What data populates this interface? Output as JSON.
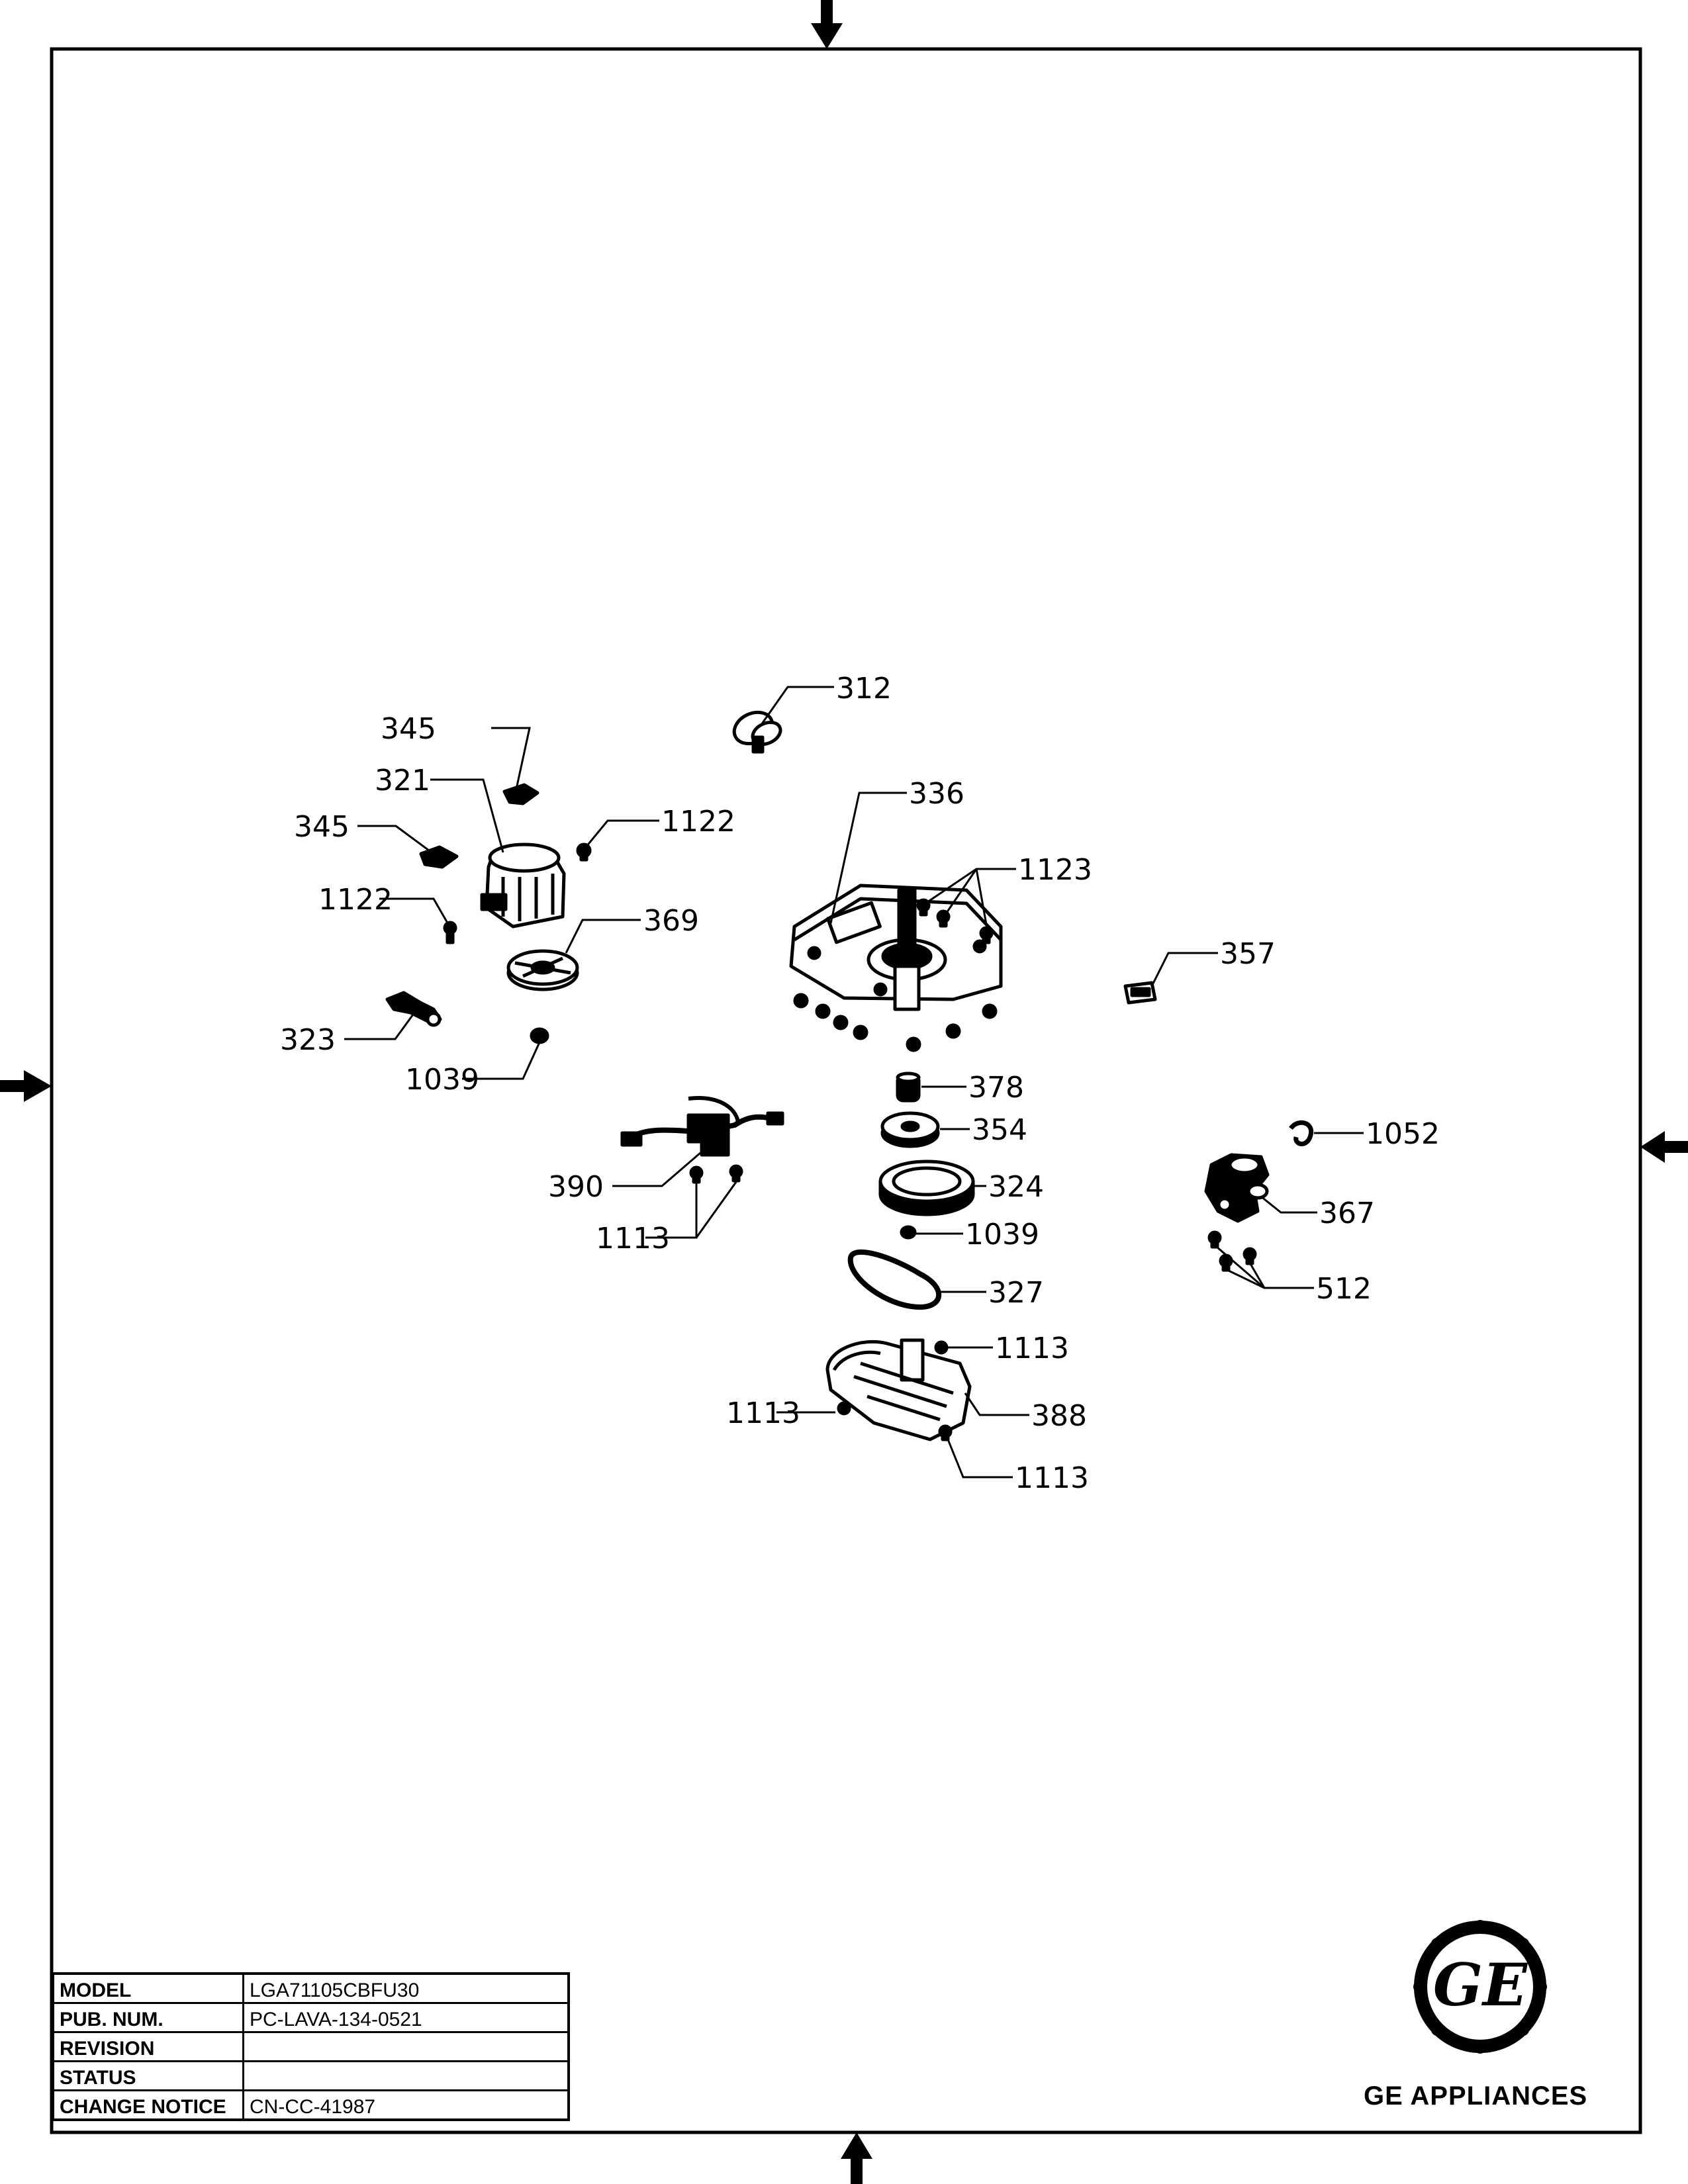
{
  "callouts": [
    "312",
    "345",
    "321",
    "336",
    "345",
    "1122",
    "1123",
    "1122",
    "369",
    "357",
    "323",
    "1039",
    "378",
    "354",
    "1052",
    "390",
    "324",
    "367",
    "1113",
    "1039",
    "512",
    "327",
    "1113",
    "1113",
    "388",
    "1113"
  ],
  "title_block": {
    "rows": [
      {
        "label": "MODEL",
        "value": "LGA71105CBFU30"
      },
      {
        "label": "PUB. NUM.",
        "value": "PC-LAVA-134-0521"
      },
      {
        "label": "REVISION",
        "value": ""
      },
      {
        "label": "STATUS",
        "value": ""
      },
      {
        "label": "CHANGE NOTICE",
        "value": "CN-CC-41987"
      }
    ]
  },
  "brand": {
    "logo_text": "GE",
    "name": "GE APPLIANCES"
  }
}
